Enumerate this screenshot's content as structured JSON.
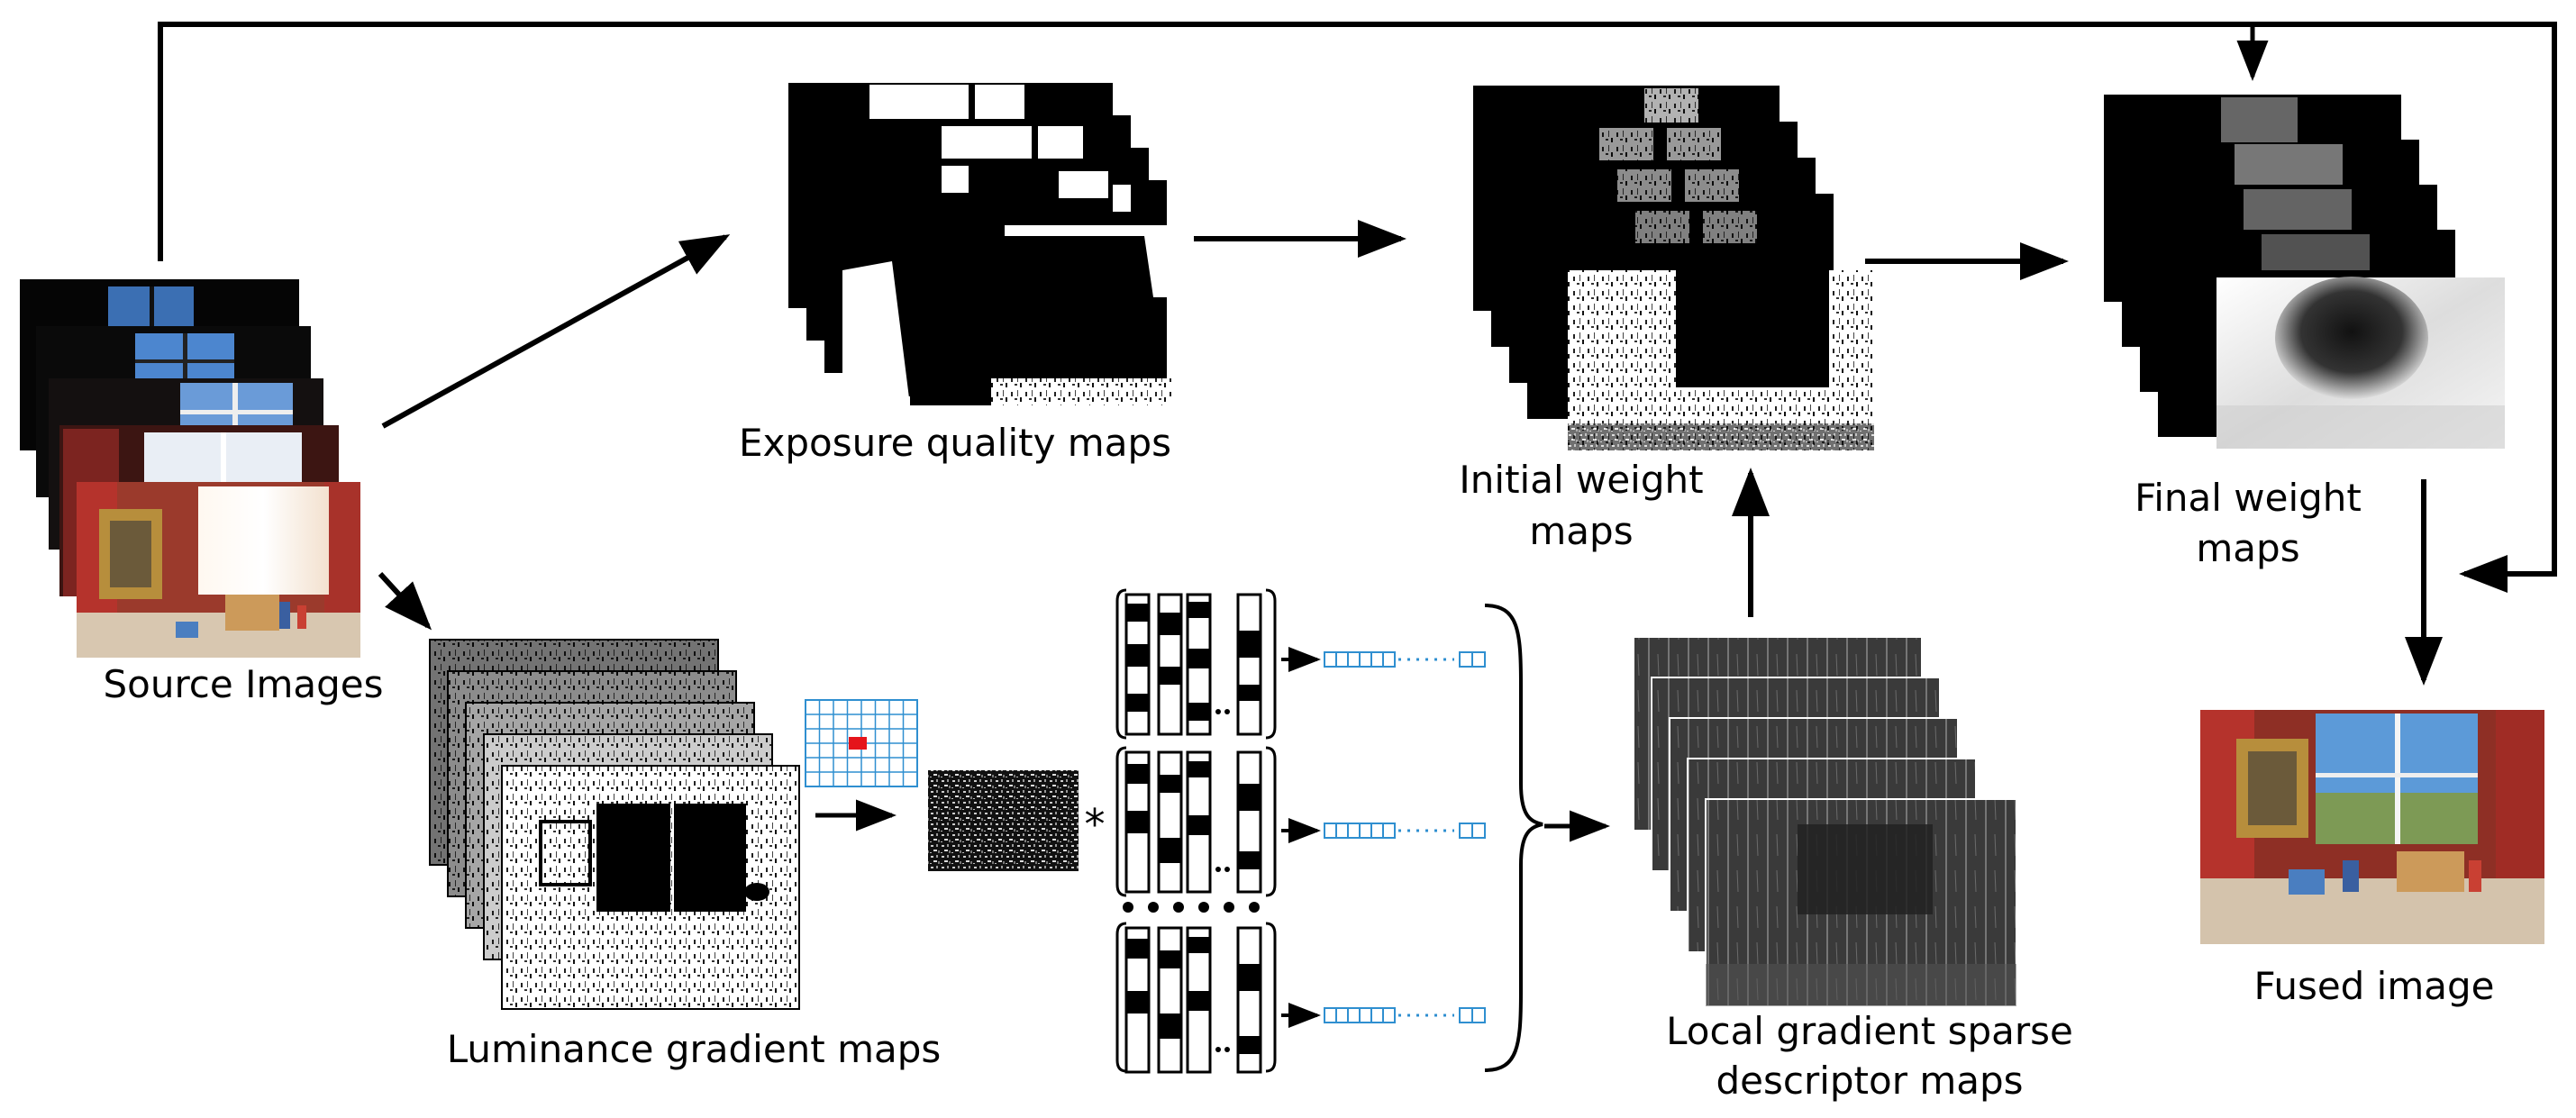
{
  "labels": {
    "source_images": "Source Images",
    "exposure_quality_maps": "Exposure quality maps",
    "initial_weight_maps_1": "Initial weight",
    "initial_weight_maps_2": "maps",
    "final_weight_maps_1": "Final weight",
    "final_weight_maps_2": "maps",
    "fused_image": "Fused image",
    "luminance_gradient_maps": "Luminance gradient maps",
    "local_descriptor_maps_1": "Local gradient sparse",
    "local_descriptor_maps_2": "descriptor  maps",
    "convolution_symbol": "*"
  },
  "colors": {
    "line": "#000000",
    "grid_blue": "#2f8fd0",
    "grid_highlight": "#e5141b",
    "descriptor_gray": "#444444",
    "curtain_red": "#b5332c",
    "sky_blue": "#5c9ad8"
  },
  "icons": {
    "source_stack": "photo-stack-icon",
    "fused_output": "photo-icon",
    "descriptor_vectors": "vector-icon"
  }
}
